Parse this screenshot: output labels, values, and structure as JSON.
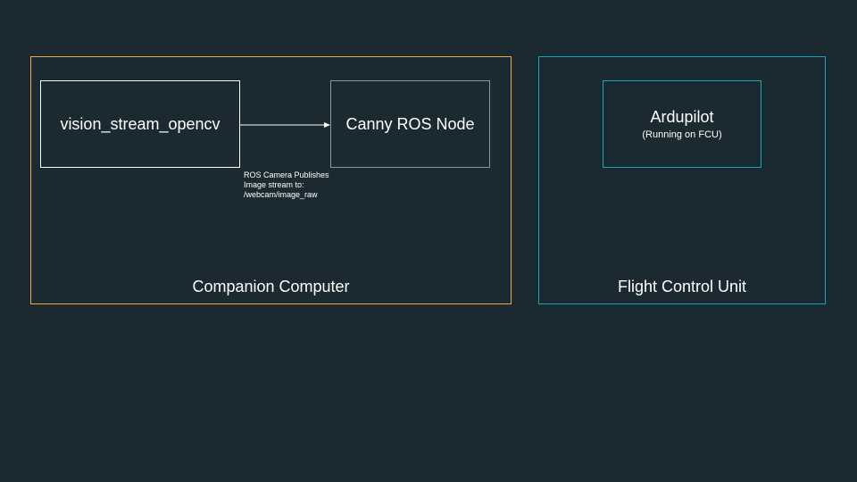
{
  "diagram": {
    "groups": {
      "companion": {
        "label": "Companion Computer",
        "border_color": "#f2a93b"
      },
      "fcu": {
        "label": "Flight Control Unit",
        "border_color": "#18a7b5"
      }
    },
    "nodes": {
      "vision": {
        "title": "vision_stream_opencv"
      },
      "canny": {
        "title": "Canny ROS Node"
      },
      "ardupilot": {
        "title": "Ardupilot",
        "subtitle": "(Running on FCU)"
      }
    },
    "edges": {
      "vision_to_canny": {
        "label_lines": [
          "ROS Camera Publishes",
          "Image stream to:",
          "/webcam/image_raw"
        ]
      }
    },
    "background_color": "#1b2a30"
  }
}
